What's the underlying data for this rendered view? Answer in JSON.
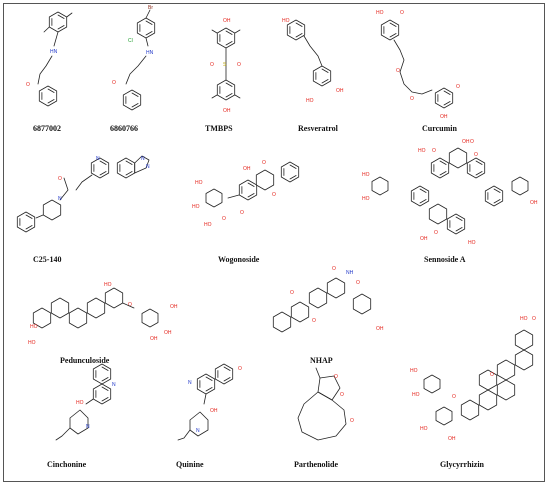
{
  "panel": {
    "compounds": [
      {
        "name": "6877002"
      },
      {
        "name": "6860766"
      },
      {
        "name": "TMBPS"
      },
      {
        "name": "Resveratrol"
      },
      {
        "name": "Curcumin"
      },
      {
        "name": "C25-140"
      },
      {
        "name": "Wogonoside"
      },
      {
        "name": "Sennoside A"
      },
      {
        "name": "Pedunculoside"
      },
      {
        "name": "NHAP"
      },
      {
        "name": "Cinchonine"
      },
      {
        "name": "Quinine"
      },
      {
        "name": "Parthenolide"
      },
      {
        "name": "Glycyrrhizin"
      }
    ]
  },
  "colors": {
    "bond": "#222222",
    "oxygen": "#e4231b",
    "nitrogen": "#1f36c8",
    "sulfur": "#b8a000",
    "bromine": "#8a2a1a",
    "chlorine": "#1a9a2a"
  }
}
